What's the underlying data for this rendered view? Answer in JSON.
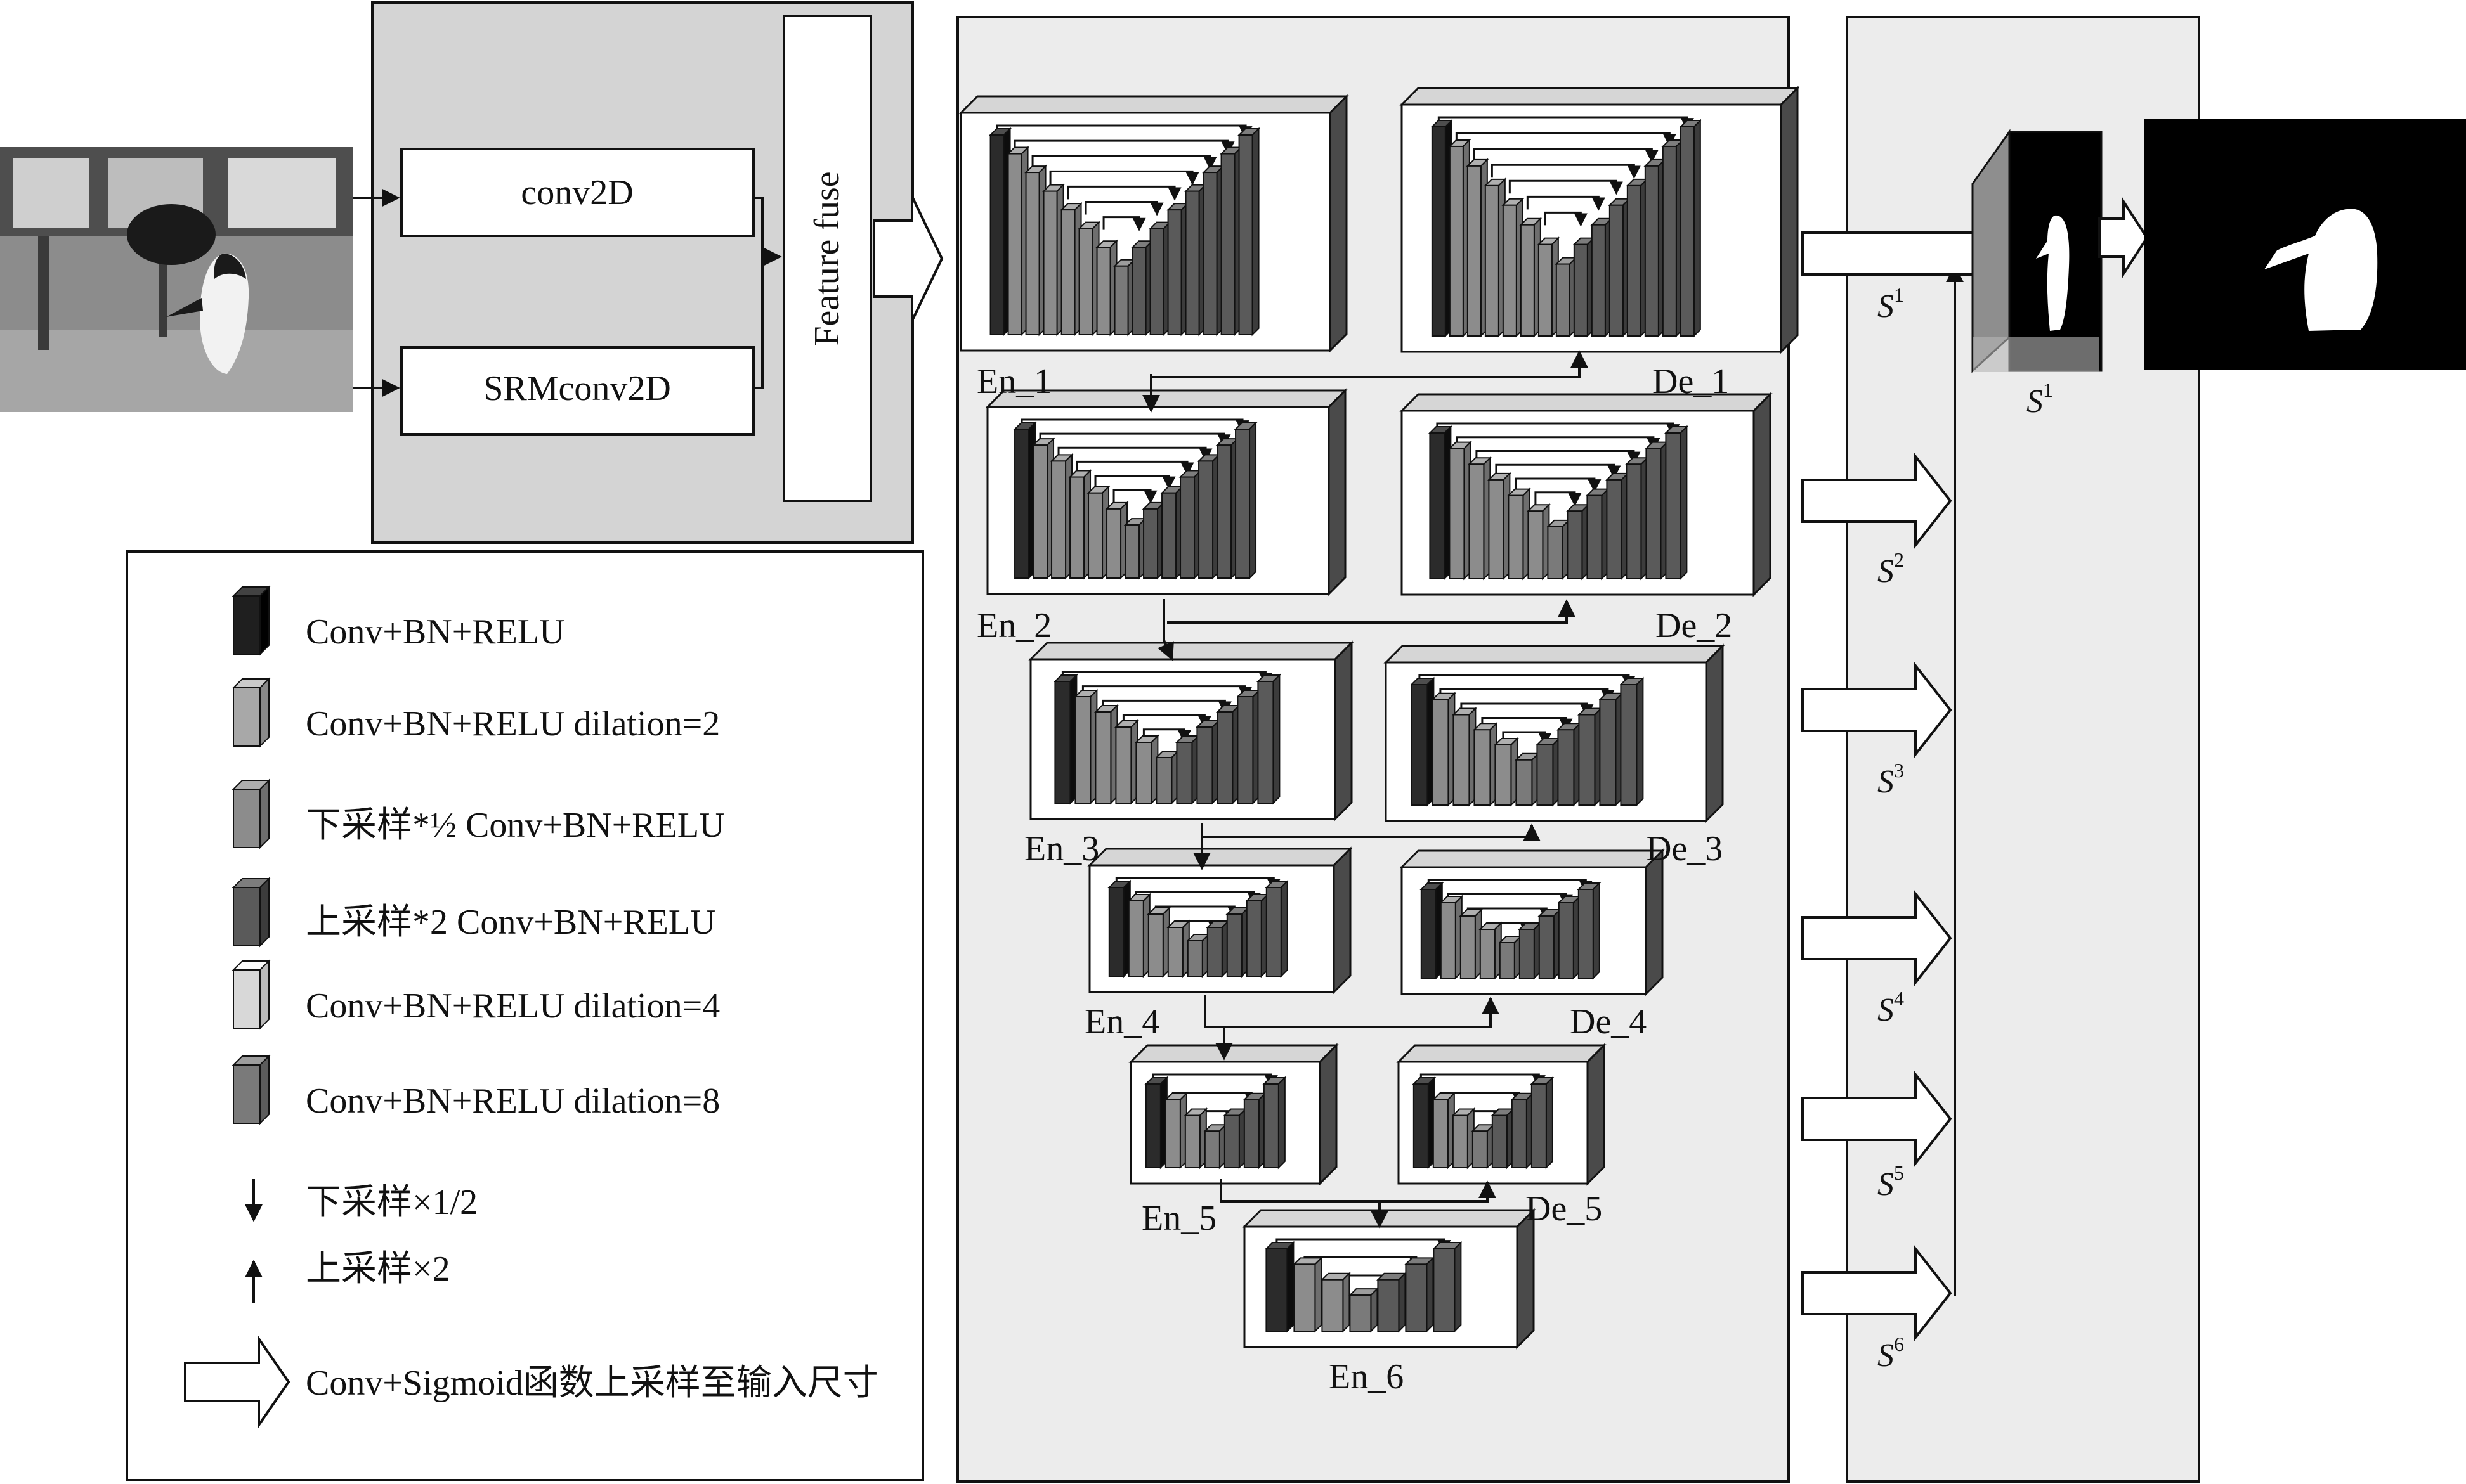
{
  "input_stage": {
    "conv_label": "conv2D",
    "srm_label": "SRMconv2D",
    "fuse_label": "Feature fuse"
  },
  "blocks": [
    {
      "id": "en1",
      "label": "En_1"
    },
    {
      "id": "de1",
      "label": "De_1"
    },
    {
      "id": "en2",
      "label": "En_2"
    },
    {
      "id": "de2",
      "label": "De_2"
    },
    {
      "id": "en3",
      "label": "En_3"
    },
    {
      "id": "de3",
      "label": "De_3"
    },
    {
      "id": "en4",
      "label": "En_4"
    },
    {
      "id": "de4",
      "label": "De_4"
    },
    {
      "id": "en5",
      "label": "En_5"
    },
    {
      "id": "de5",
      "label": "De_5"
    },
    {
      "id": "en6",
      "label": "En_6"
    }
  ],
  "side_outputs": [
    {
      "letter": "S",
      "sup": "1"
    },
    {
      "letter": "S",
      "sup": "2"
    },
    {
      "letter": "S",
      "sup": "3"
    },
    {
      "letter": "S",
      "sup": "4"
    },
    {
      "letter": "S",
      "sup": "5"
    },
    {
      "letter": "S",
      "sup": "6"
    }
  ],
  "fused_output": {
    "letter": "S",
    "sup": "1"
  },
  "legend": [
    {
      "text": "Conv+BN+RELU",
      "color": "#1f1f1f"
    },
    {
      "text": "Conv+BN+RELU dilation=2",
      "color": "#a8a8a8"
    },
    {
      "text": "下采样*½ Conv+BN+RELU",
      "color": "#8c8c8c"
    },
    {
      "text": "上采样*2 Conv+BN+RELU",
      "color": "#5a5a5a"
    },
    {
      "text": "Conv+BN+RELU dilation=4",
      "color": "#d8d8d8"
    },
    {
      "text": "Conv+BN+RELU dilation=8",
      "color": "#7a7a7a"
    }
  ],
  "legend_arrows": {
    "down": "下采样×1/2",
    "up": "上采样×2",
    "side_output": "Conv+Sigmoid函数上采样至输入尺寸"
  }
}
